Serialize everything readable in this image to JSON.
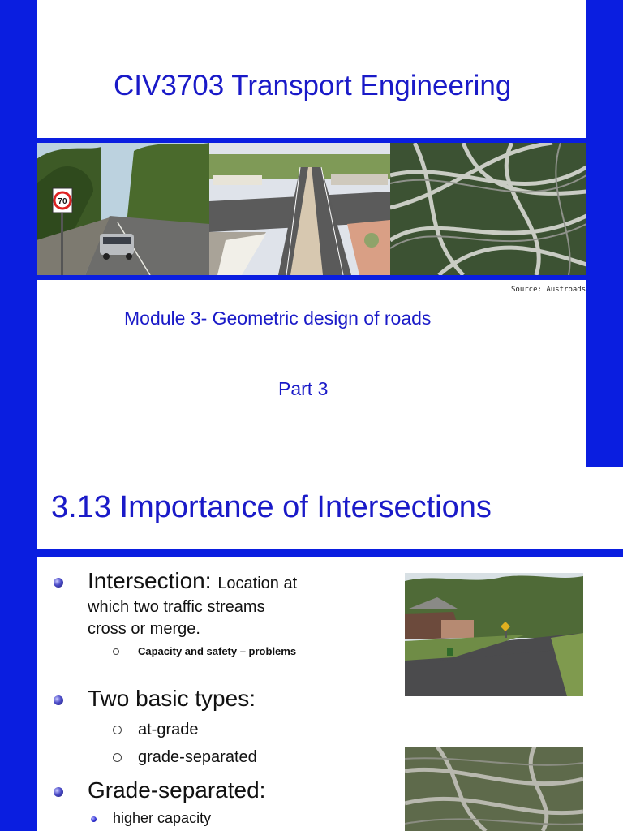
{
  "slide1": {
    "title": "CIV3703 Transport Engineering",
    "source_caption": "Source: Austroads",
    "module": "Module 3- Geometric design of roads",
    "part": "Part 3",
    "speed_sign": "70",
    "accent_color": "#0a1ee0",
    "text_color": "#1a1ac8"
  },
  "slide2": {
    "title": "3.13 Importance of Intersections",
    "bullets": {
      "b1_term": "Intersection:",
      "b1_def_line1": "Location at",
      "b1_def_line2": "which two traffic streams",
      "b1_def_line3": "cross or merge.",
      "b1_sub": "Capacity and safety – problems",
      "b2": "Two basic types:",
      "b2_sub1": "at-grade",
      "b2_sub2": "grade-separated",
      "b3": "Grade-separated:",
      "b3_sub1": "higher capacity"
    }
  }
}
